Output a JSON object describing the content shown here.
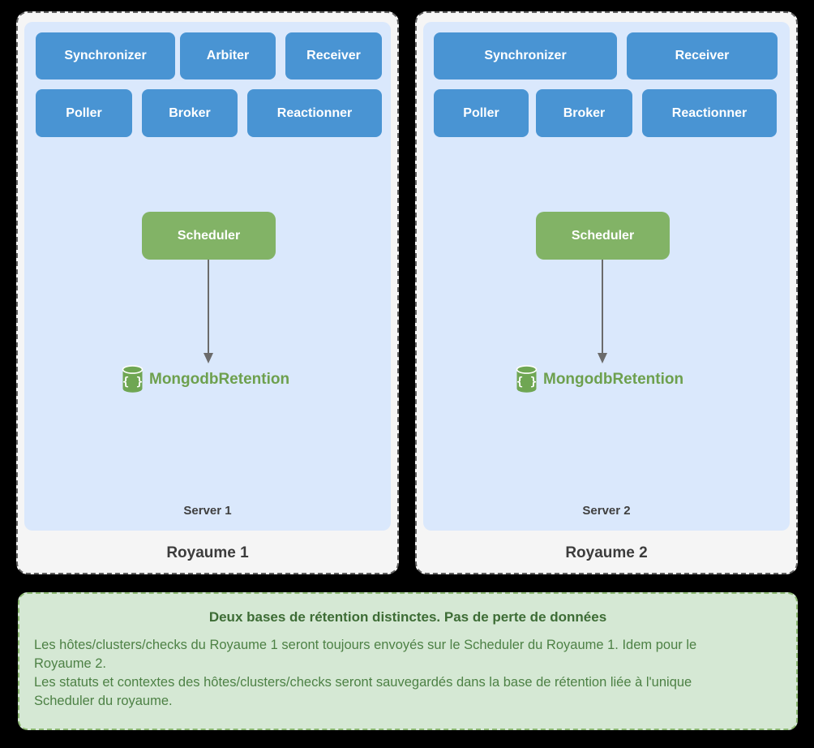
{
  "canvas": {
    "background": "#000000"
  },
  "colors": {
    "service_blue": "#4994d3",
    "server_bg": "#dae8fc",
    "royaume_bg": "#f5f5f5",
    "royaume_border": "#616161",
    "scheduler_green": "#82b366",
    "database_green": "#6da04e",
    "note_bg": "#d5e8d4",
    "note_border": "#8cb871",
    "note_title_color": "#3d6c35",
    "note_body_color": "#4d8145",
    "label_color": "#3f3f3f",
    "arrow_color": "#6b6b6b"
  },
  "royaumes": [
    {
      "name": "Royaume 1",
      "server_label": "Server 1",
      "services": [
        "Synchronizer",
        "Arbiter",
        "Receiver",
        "Poller",
        "Broker",
        "Reactionner"
      ],
      "scheduler_label": "Scheduler",
      "database_label": "MongodbRetention"
    },
    {
      "name": "Royaume 2",
      "server_label": "Server 2",
      "services": [
        "Synchronizer",
        "Receiver",
        "Poller",
        "Broker",
        "Reactionner"
      ],
      "scheduler_label": "Scheduler",
      "database_label": "MongodbRetention"
    }
  ],
  "note": {
    "title": "Deux bases de rétention distinctes. Pas de perte de données",
    "body": "Les hôtes/clusters/checks du Royaume 1 seront toujours envoyés sur le Scheduler du Royaume 1. Idem pour le\nRoyaume 2.\nLes statuts et contextes des hôtes/clusters/checks seront sauvegardés dans la base de rétention liée à l'unique\nScheduler du royaume."
  }
}
